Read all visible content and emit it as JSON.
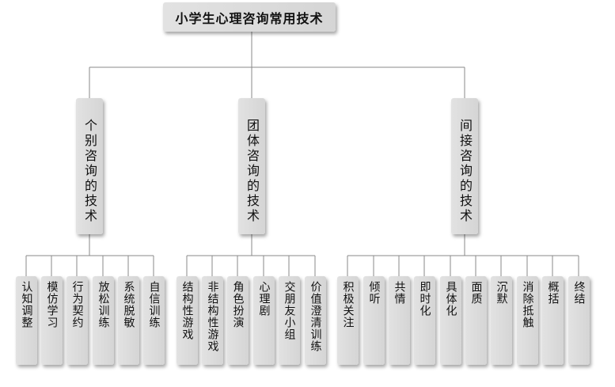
{
  "diagram": {
    "root": "小学生心理咨询常用技术",
    "categories": [
      {
        "label": "个别咨询的技术",
        "leaves": [
          "认知调整",
          "模仿学习",
          "行为契约",
          "放松训练",
          "系统脱敏",
          "自信训练"
        ]
      },
      {
        "label": "团体咨询的技术",
        "leaves": [
          "结构性游戏",
          "非结构性游戏",
          "角色扮演",
          "心理剧",
          "交朋友小组",
          "价值澄清训练"
        ]
      },
      {
        "label": "间接咨询的技术",
        "leaves": [
          "积极关注",
          "倾听",
          "共情",
          "即时化",
          "具体化",
          "面质",
          "沉默",
          "消除抵触",
          "概括",
          "终结"
        ]
      }
    ]
  }
}
